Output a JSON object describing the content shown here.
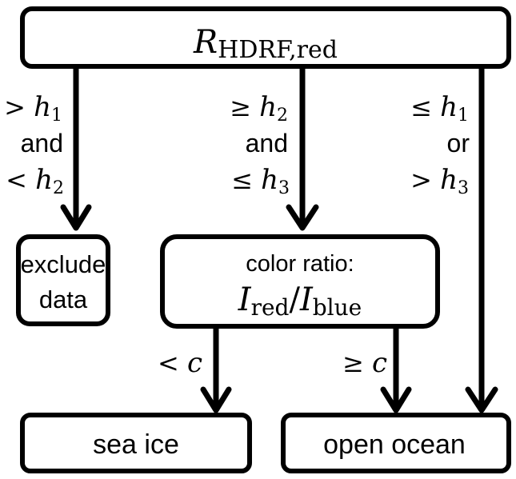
{
  "diagram": {
    "type": "flowchart",
    "root": {
      "symbol": "R",
      "subscript": "HDRF,red"
    },
    "branches": [
      {
        "id": "left",
        "condition": [
          {
            "op": ">",
            "var": "h",
            "sub": "1"
          },
          {
            "text": "and"
          },
          {
            "op": "<",
            "var": "h",
            "sub": "2"
          }
        ],
        "target": "exclude-data"
      },
      {
        "id": "middle",
        "condition": [
          {
            "op": "≥",
            "var": "h",
            "sub": "2"
          },
          {
            "text": "and"
          },
          {
            "op": "≤",
            "var": "h",
            "sub": "3"
          }
        ],
        "target": "color-ratio"
      },
      {
        "id": "right",
        "condition": [
          {
            "op": "≤",
            "var": "h",
            "sub": "1"
          },
          {
            "text": "or"
          },
          {
            "op": ">",
            "var": "h",
            "sub": "3"
          }
        ],
        "target": "open-ocean"
      }
    ],
    "exclude": {
      "line1": "exclude",
      "line2": "data"
    },
    "color_ratio": {
      "label": "color ratio:",
      "num_symbol": "I",
      "num_sub": "red",
      "slash": "/",
      "den_symbol": "I",
      "den_sub": "blue"
    },
    "ratio_branches": [
      {
        "op": "<",
        "var": "c",
        "target": "sea-ice"
      },
      {
        "op": "≥",
        "var": "c",
        "target": "open-ocean"
      }
    ],
    "outcomes": {
      "sea_ice": "sea ice",
      "open_ocean": "open ocean"
    }
  }
}
